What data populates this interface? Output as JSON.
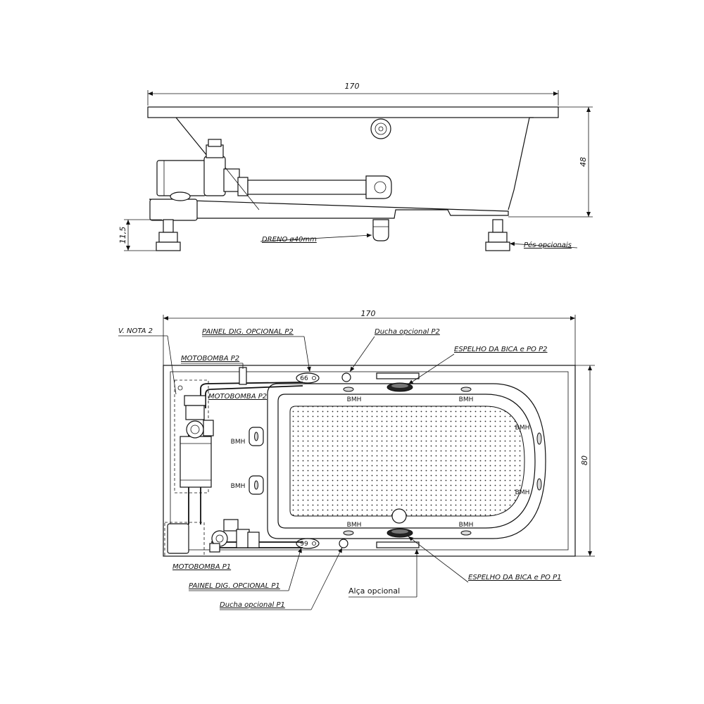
{
  "side_view": {
    "dim_length": "170",
    "dim_height": "48",
    "dim_feet": "11,5",
    "label_drain": "DRENO ø40mm",
    "label_feet": "Pés opcionais"
  },
  "top_view": {
    "dim_length": "170",
    "dim_width": "80",
    "label_note": "V. NOTA 2",
    "label_panel_p2": "PAINEL DIG. OPCIONAL P2",
    "label_shower_p2": "Ducha opcional P2",
    "label_mirror_p2": "ESPELHO DA BICA e PO P2",
    "label_pump_p2_a": "MOTOBOMBA P2",
    "label_pump_p2_b": "MOTOBOMBA P2",
    "label_pump_p1": "MOTOBOMBA P1",
    "label_panel_p1": "PAINEL DIG. OPCIONAL P1",
    "label_shower_p1": "Ducha opcional P1",
    "label_handle": "Alça opcional",
    "label_mirror_p1": "ESPELHO DA BICA e PO P1",
    "panel_p2_text": "66",
    "panel_p1_text": "99",
    "jets": [
      "BMH",
      "BMH",
      "BMH",
      "BMH",
      "BMH",
      "BMH",
      "BMH",
      "BMH"
    ]
  }
}
